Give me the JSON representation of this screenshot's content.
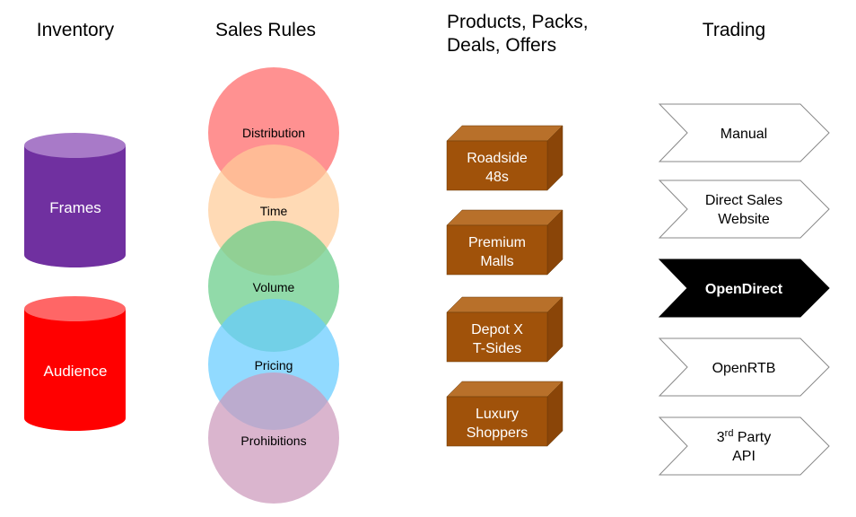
{
  "headers": {
    "inventory": "Inventory",
    "sales_rules": "Sales Rules",
    "products_line1": "Products, Packs,",
    "products_line2": "Deals, Offers",
    "trading": "Trading"
  },
  "inventory": {
    "frames": {
      "label": "Frames",
      "top_color": "#a87ac8",
      "body_color": "#7030a0"
    },
    "audience": {
      "label": "Audience",
      "top_color": "#ff6666",
      "body_color": "#ff0000"
    }
  },
  "sales_rules": [
    {
      "label": "Distribution",
      "color": "#ff6666"
    },
    {
      "label": "Time",
      "color": "#ffcc99"
    },
    {
      "label": "Volume",
      "color": "#66cc88"
    },
    {
      "label": "Pricing",
      "color": "#66ccff"
    },
    {
      "label": "Prohibitions",
      "color": "#cc99bb"
    }
  ],
  "products": [
    {
      "line1": "Roadside",
      "line2": "48s"
    },
    {
      "line1": "Premium",
      "line2": "Malls"
    },
    {
      "line1": "Depot X",
      "line2": "T-Sides"
    },
    {
      "line1": "Luxury",
      "line2": "Shoppers"
    }
  ],
  "trading": [
    {
      "line1": "Manual",
      "line2": ""
    },
    {
      "line1": "Direct Sales",
      "line2": "Website"
    },
    {
      "line1": "OpenDirect",
      "line2": ""
    },
    {
      "line1": "OpenRTB",
      "line2": ""
    },
    {
      "line1": "3",
      "sup": "rd",
      "line1_rest": " Party",
      "line2": "API"
    }
  ],
  "colors": {
    "box_front": "#a0520a",
    "box_top": "#b8702a",
    "box_side": "#8a4508",
    "highlight_fill": "#000000"
  }
}
